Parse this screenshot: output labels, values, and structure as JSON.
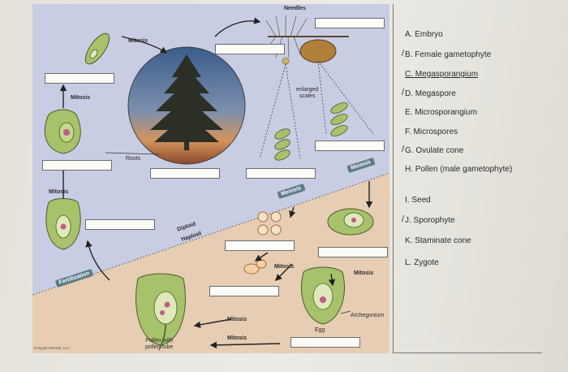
{
  "diagram": {
    "labels": {
      "needles": "Needles",
      "mitosis_top": "Mitosis",
      "mitosis_left_upper": "Mitosis",
      "mitosis_left_lower": "Mitosis",
      "roots": "Roots",
      "enlarged_scales": "enlarged\nscales",
      "diploid": "Diploid",
      "haploid": "Haploid",
      "mitosis_center": "Mitosis",
      "mitosis_right": "Mitosis",
      "mitosis_bottom_1": "Mitosis",
      "mitosis_bottom_2": "Mitosis",
      "archegonium": "Archegonium",
      "egg": "Egg",
      "pollen_tube": "Pollen with\npollen tube"
    },
    "tags": {
      "meiosis_center": "Meiosis",
      "meiosis_right": "Meiosis",
      "fertilization": "Fertilization"
    },
    "credit": "©Hayden-McNeil, LLC",
    "colors": {
      "diploid_bg": "#c9cde4",
      "haploid_bg": "#e6cdb4",
      "plant_green": "#a7c26a",
      "tag_bg": "#5b7b87"
    }
  },
  "key": {
    "items": [
      {
        "text": "A. Embryo",
        "marked": false,
        "underlined": false
      },
      {
        "text": "B. Female gametophyte",
        "marked": true,
        "underlined": false
      },
      {
        "text": "C. Megasporangium",
        "marked": false,
        "underlined": true
      },
      {
        "text": "D. Megaspore",
        "marked": true,
        "underlined": false
      },
      {
        "text": "E. Microsporangium",
        "marked": false,
        "underlined": false
      },
      {
        "text": "F. Microspores",
        "marked": false,
        "underlined": false
      },
      {
        "text": "G. Ovulate cone",
        "marked": true,
        "underlined": false
      },
      {
        "text": "H. Pollen (male gametophyte)",
        "marked": false,
        "underlined": false
      },
      {
        "text": "I. Seed",
        "marked": false,
        "underlined": false
      },
      {
        "text": "J. Sporophyte",
        "marked": true,
        "underlined": false
      },
      {
        "text": "K. Staminate cone",
        "marked": false,
        "underlined": false
      },
      {
        "text": "L. Zygote",
        "marked": false,
        "underlined": false
      }
    ]
  }
}
